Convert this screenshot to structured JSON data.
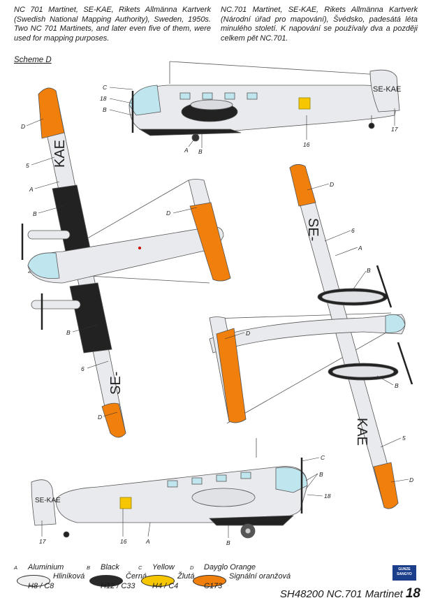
{
  "intro": {
    "en": "NC 701 Martinet, SE-KAE, Rikets Allmänna Kartverk (Swedish National Mapping Authority), Sweden, 1950s. Two NC 701 Martinets, and later even five of them, were used for mapping purposes.",
    "cz": "NC.701 Martinet, SE-KAE, Rikets Allmänna Kartverk (Národní úřad pro mapování), Švédsko, padesátá léta minulého století. K napování se používaly dva a později celkem pět NC.701."
  },
  "scheme_label": "Scheme D",
  "registration": {
    "tail": "SE-KAE",
    "wing_left": "KAE",
    "wing_right": "SE-"
  },
  "colors": {
    "aluminium": "#e8eaed",
    "black": "#222222",
    "yellow": "#f6c600",
    "orange": "#f07f0c",
    "glass": "#bfe6ef",
    "line": "#555555"
  },
  "callouts": {
    "a": "A",
    "b": "B",
    "c": "C",
    "d": "D",
    "n5": "5",
    "n6": "6",
    "n16": "16",
    "n17": "17",
    "n18": "18"
  },
  "legend": [
    {
      "key": "A",
      "en": "Aluminium",
      "cz": "Hliníková",
      "code": "H8 / C8",
      "color": "#f2f2f2"
    },
    {
      "key": "B",
      "en": "Black",
      "cz": "Černá",
      "code": "H12 / C33",
      "color": "#2a2a2a"
    },
    {
      "key": "C",
      "en": "Yellow",
      "cz": "Žlutá",
      "code": "H4 / C4",
      "color": "#f6c600"
    },
    {
      "key": "D",
      "en": "Dayglo Orange",
      "cz": "Signální oranžová",
      "code": "C173",
      "color": "#f07f0c"
    }
  ],
  "footer": {
    "title": "SH48200 NC.701 Martinet",
    "page": "18"
  },
  "logo": {
    "line1": "GUNZE",
    "line2": "SANGYO"
  }
}
